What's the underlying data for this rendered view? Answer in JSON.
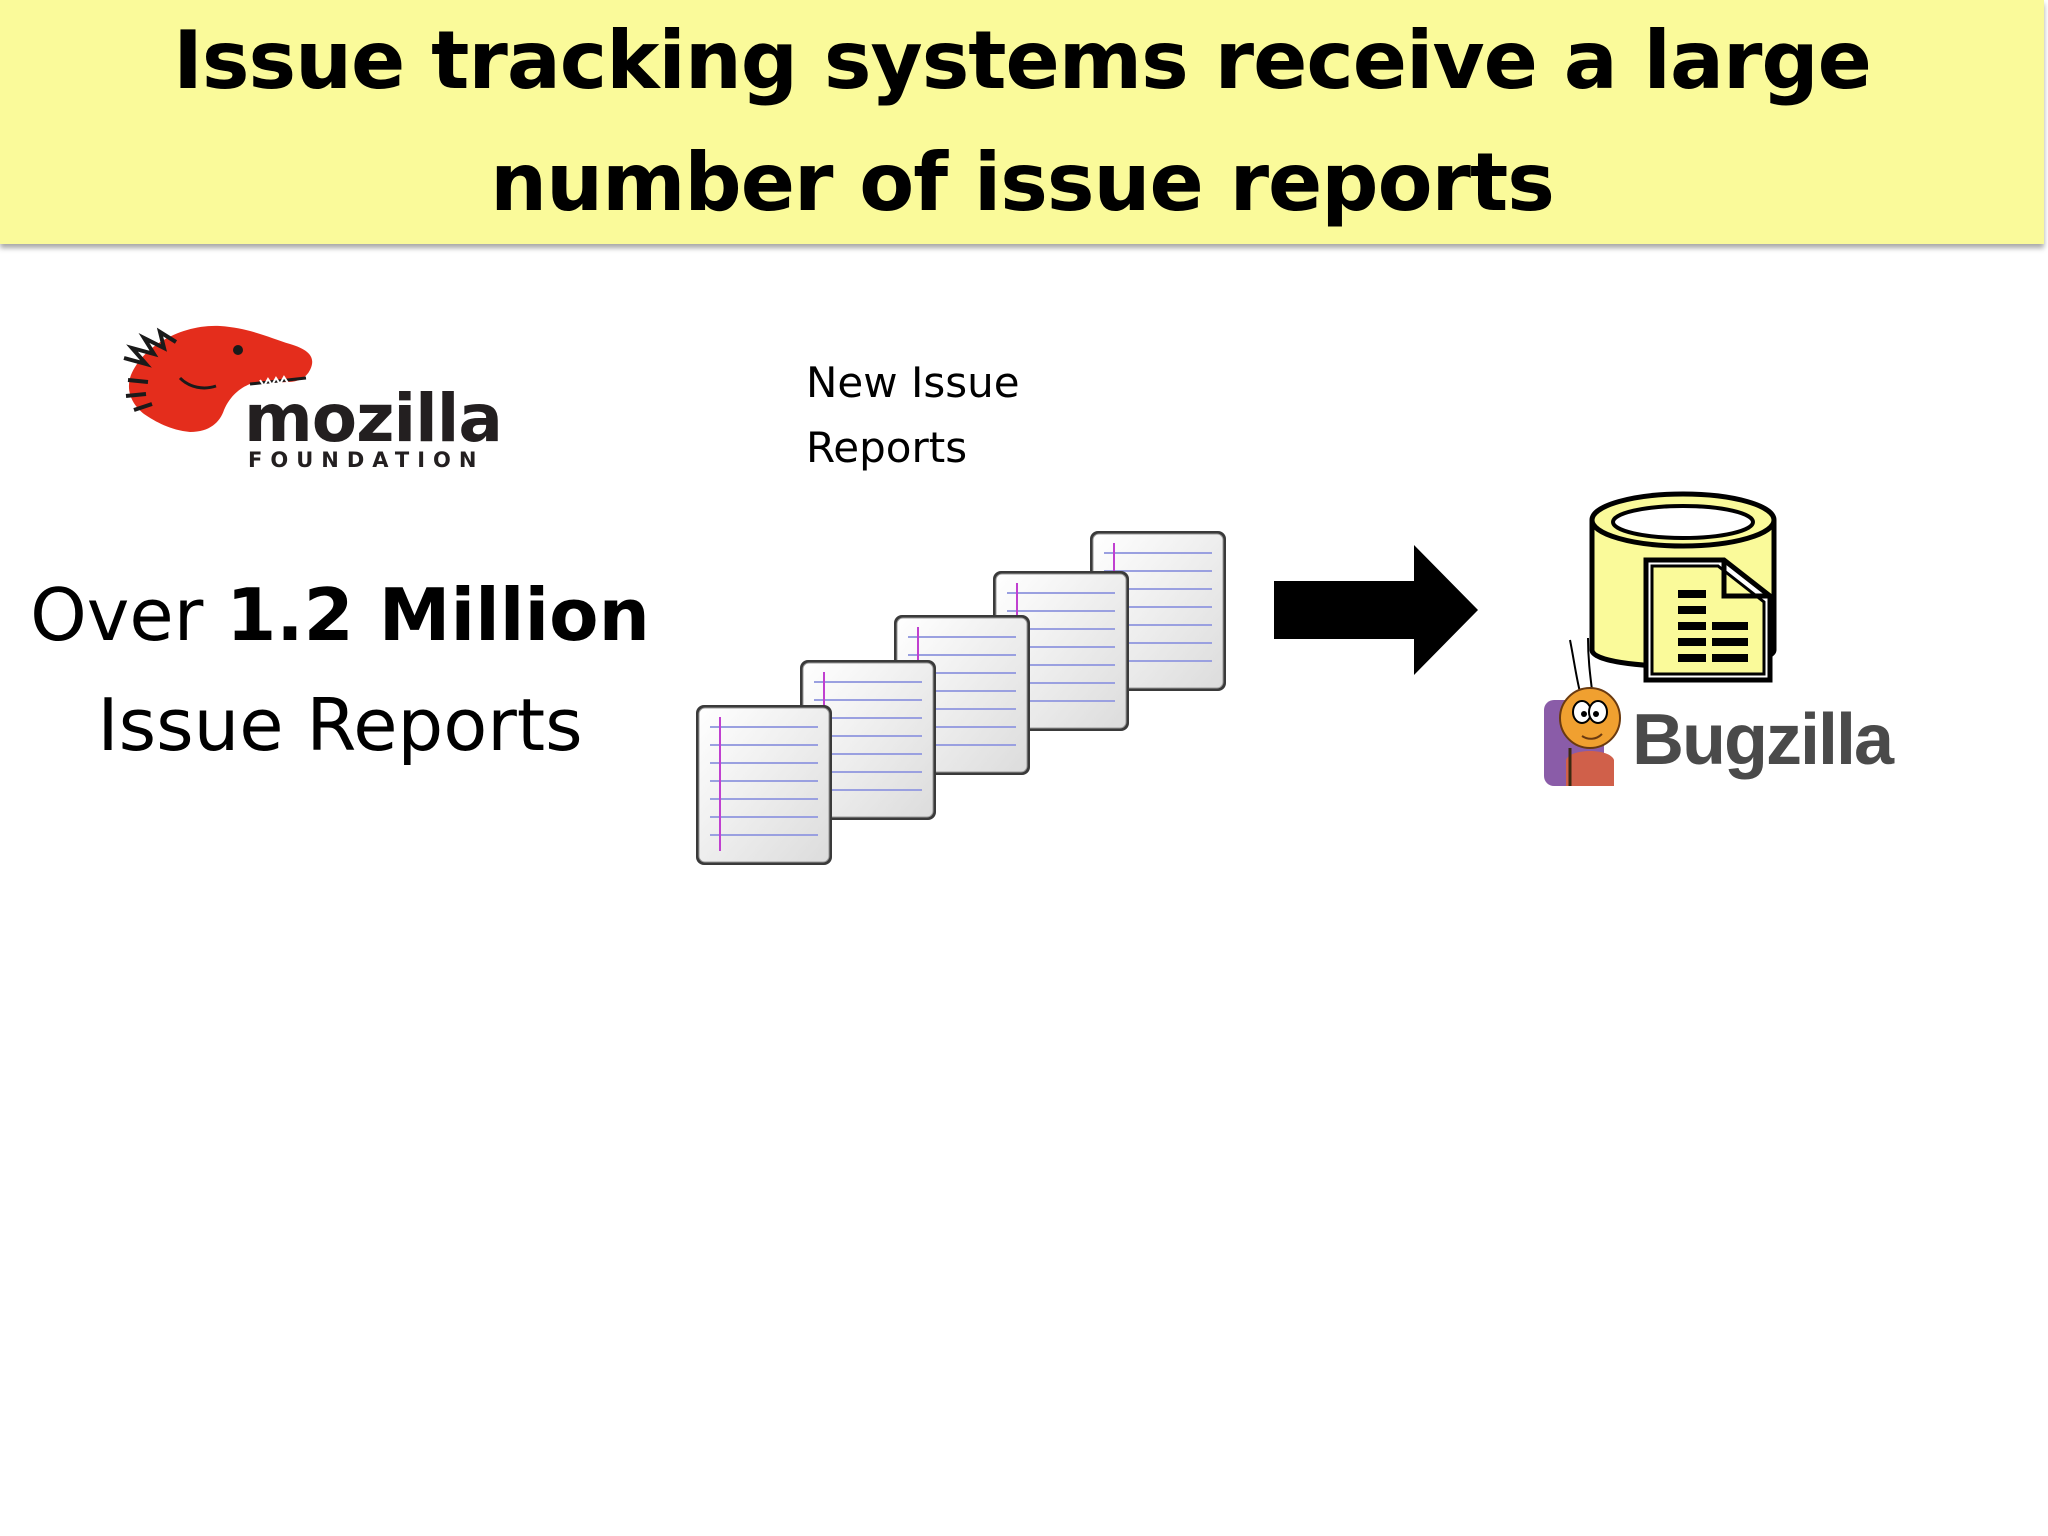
{
  "title": "Issue tracking systems receive a large number of issue reports",
  "mozilla_logo": {
    "wordmark": "mozilla",
    "subtitle": "FOUNDATION",
    "icon": "dinosaur-head-icon",
    "color": "#e42d1c"
  },
  "stat": {
    "prefix": "Over",
    "highlight": "1.2 Million",
    "suffix": "Issue Reports"
  },
  "new_reports_label": {
    "line1": "New Issue",
    "line2": "Reports"
  },
  "documents": {
    "icon": "document-icon",
    "count": 5
  },
  "arrow": {
    "icon": "arrow-right-icon"
  },
  "bugzilla": {
    "wordmark": "Bugzilla",
    "database_icon": "database-icon",
    "mascot_icon": "ant-mascot-icon",
    "db_color": "#fafa9a"
  },
  "colors": {
    "title_bar": "#fafa9a",
    "text": "#000000"
  }
}
